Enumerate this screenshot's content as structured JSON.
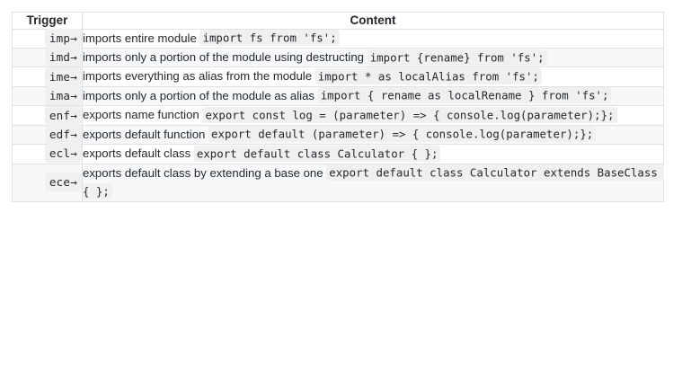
{
  "table": {
    "headers": {
      "trigger": "Trigger",
      "content": "Content"
    },
    "rows": [
      {
        "trigger": "imp→",
        "description": "imports entire module",
        "code": "import fs from 'fs';"
      },
      {
        "trigger": "imd→",
        "description": "imports only a portion of the module using destructing",
        "code": "import {rename} from 'fs';"
      },
      {
        "trigger": "ime→",
        "description": "imports everything as alias from the module",
        "code": "import * as localAlias from 'fs';"
      },
      {
        "trigger": "ima→",
        "description": "imports only a portion of the module as alias",
        "code": "import { rename as localRename } from 'fs';"
      },
      {
        "trigger": "enf→",
        "description": "exports name function",
        "code": "export const log = (parameter) => { console.log(parameter);};"
      },
      {
        "trigger": "edf→",
        "description": "exports default function",
        "code": "export default (parameter) => { console.log(parameter);};"
      },
      {
        "trigger": "ecl→",
        "description": "exports default class",
        "code": "export default class Calculator { };"
      },
      {
        "trigger": "ece→",
        "description": "exports default class by extending a base one",
        "code": "export default class Calculator extends BaseClass { };"
      }
    ]
  },
  "colors": {
    "border": "#dfe2e5",
    "stripe": "#f6f8fa",
    "code_bg": "#f0f0f0",
    "text": "#24292e"
  }
}
